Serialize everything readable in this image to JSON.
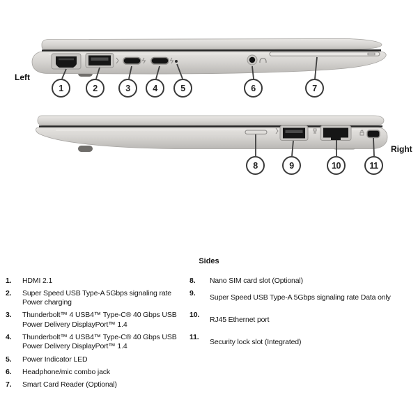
{
  "diagram": {
    "left_view": {
      "label": "Left",
      "callouts": [
        "1",
        "2",
        "3",
        "4",
        "5",
        "6",
        "7"
      ],
      "ports": [
        "hdmi",
        "usb-a",
        "usb-c",
        "usb-c",
        "power-led",
        "headphone-jack",
        "smart-card-reader"
      ]
    },
    "right_view": {
      "label": "Right",
      "callouts": [
        "8",
        "9",
        "10",
        "11"
      ],
      "ports": [
        "nano-sim-slot",
        "usb-a",
        "rj45-ethernet",
        "security-lock-slot"
      ]
    }
  },
  "legend": {
    "title": "Sides",
    "rows": [
      {
        "lnum": "1.",
        "ltext": "HDMI 2.1",
        "rnum": "8.",
        "rtext": "Nano SIM card slot (Optional)"
      },
      {
        "lnum": "2.",
        "ltext": "Super Speed USB Type-A 5Gbps signaling rate Power charging",
        "rnum": "9.",
        "rtext": "Super Speed USB Type-A 5Gbps signaling rate Data only"
      },
      {
        "lnum": "3.",
        "ltext": "Thunderbolt™ 4 USB4™ Type-C® 40 Gbps USB Power Delivery DisplayPort™ 1.4",
        "rnum": "10.",
        "rtext": "RJ45 Ethernet port"
      },
      {
        "lnum": "4.",
        "ltext": "Thunderbolt™ 4 USB4™ Type-C® 40 Gbps USB Power Delivery DisplayPort™ 1.4",
        "rnum": "11.",
        "rtext": "Security lock slot (Integrated)"
      },
      {
        "lnum": "5.",
        "ltext": "Power Indicator LED",
        "rnum": "",
        "rtext": ""
      },
      {
        "lnum": "6.",
        "ltext": "Headphone/mic combo jack",
        "rnum": "",
        "rtext": ""
      },
      {
        "lnum": "7.",
        "ltext": "Smart Card Reader (Optional)",
        "rnum": "",
        "rtext": ""
      }
    ]
  },
  "colors": {
    "body_light": "#e7e5e2",
    "body_dark": "#c5c3c0",
    "seam": "#262626",
    "port_black": "#161616",
    "callout_line": "#3f3f3f",
    "circle_border": "#3a3a3a"
  }
}
